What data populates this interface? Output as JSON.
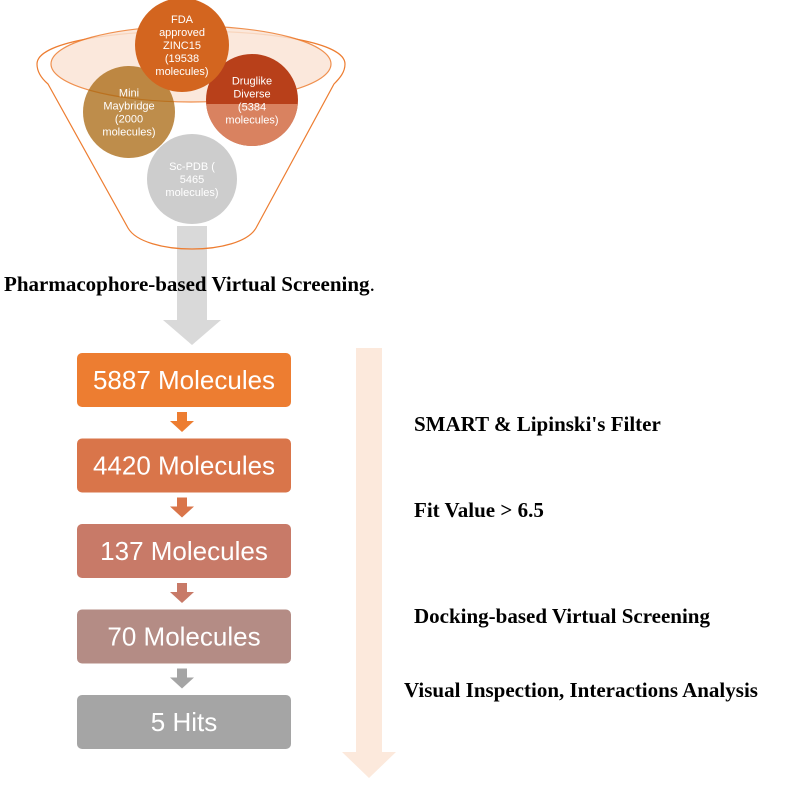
{
  "funnel": {
    "libraries": [
      {
        "lines": [
          "FDA",
          "approved",
          "ZINC15",
          "(19538",
          "molecules)"
        ],
        "color": "#D3651F"
      },
      {
        "lines": [
          "Druglike",
          "Diverse",
          "(5384",
          "molecules)"
        ],
        "color": "#B8401A"
      },
      {
        "lines": [
          "Mini",
          "Maybridge",
          "(2000",
          "molecules)"
        ],
        "color": "#A8670F"
      },
      {
        "lines": [
          "Sc-PDB (",
          "5465",
          "molecules)"
        ],
        "color": "#BFBFBF"
      }
    ],
    "funnel_color": "#ED7D31"
  },
  "method_title": "Pharmacophore-based Virtual Screening",
  "method_title_suffix": ".",
  "steps": [
    {
      "label": "5887 Molecules",
      "color": "#ED7D31"
    },
    {
      "label": "4420 Molecules",
      "color": "#D9754A"
    },
    {
      "label": "137 Molecules",
      "color": "#C87A68"
    },
    {
      "label": "70 Molecules",
      "color": "#B48C85"
    },
    {
      "label": "5 Hits",
      "color": "#A5A5A5"
    }
  ],
  "filters": [
    "SMART & Lipinski's Filter",
    "Fit Value > 6.5",
    "Docking-based Virtual Screening",
    "Visual Inspection, Interactions Analysis"
  ]
}
